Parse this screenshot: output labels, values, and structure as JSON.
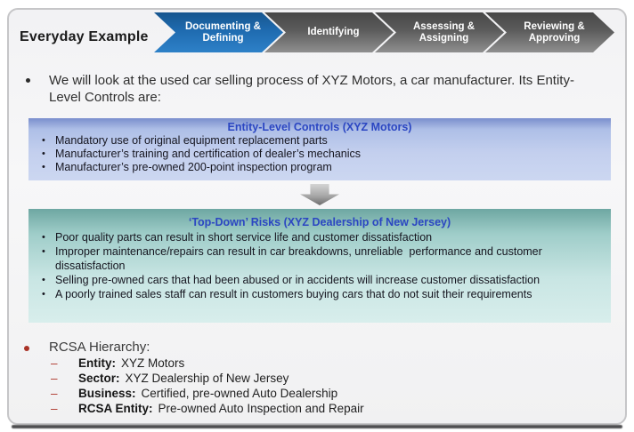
{
  "slide": {
    "title": "Everyday Example",
    "process_steps": [
      {
        "label": "Documenting & Defining",
        "state": "active"
      },
      {
        "label": "Identifying",
        "state": "inactive"
      },
      {
        "label": "Assessing & Assigning",
        "state": "inactive"
      },
      {
        "label": "Reviewing & Approving",
        "state": "inactive"
      }
    ],
    "intro_bullet": "We will look at the used car selling process of XYZ Motors, a car manufacturer. Its Entity-Level Controls are:",
    "controls_box": {
      "title": "Entity-Level Controls (XYZ Motors)",
      "bullets": [
        "Mandatory use of original equipment replacement parts",
        "Manufacturer’s training and certification of dealer’s mechanics",
        "Manufacturer’s pre-owned 200-point inspection program"
      ]
    },
    "risks_box": {
      "title": "‘Top-Down’ Risks (XYZ Dealership of New Jersey)",
      "bullets": [
        "Poor quality parts can result in short service life and customer dissatisfaction",
        "Improper maintenance/repairs can result in car breakdowns, unreliable  performance and customer dissatisfaction",
        "Selling pre-owned cars that had been abused or in accidents will increase customer dissatisfaction",
        "A poorly trained sales staff can result in customers buying cars that do not suit their requirements"
      ]
    },
    "rcsa": {
      "heading": "RCSA Hierarchy:",
      "items": [
        {
          "label": "Entity:",
          "value": "XYZ Motors"
        },
        {
          "label": "Sector:",
          "value": "XYZ Dealership of New Jersey"
        },
        {
          "label": "Business:",
          "value": "Certified, pre-owned Auto Dealership"
        },
        {
          "label": "RCSA Entity:",
          "value": "Pre-owned Auto Inspection and Repair"
        }
      ]
    },
    "icons": {
      "bullet": "•",
      "dash": "–"
    },
    "colors": {
      "active_step_top": "#17568F",
      "active_step_bottom": "#2E81C8",
      "inactive_step_top": "#474747",
      "inactive_step_bottom": "#8F8F8F",
      "box_title_blue": "#2B46C2",
      "controls_box_top": "#7A8ECD",
      "controls_box_bottom": "#CCD7F1",
      "risks_box_top": "#6EA7A2",
      "risks_box_bottom": "#D8EEEC",
      "rcsa_accent_red": "#A93226"
    }
  }
}
